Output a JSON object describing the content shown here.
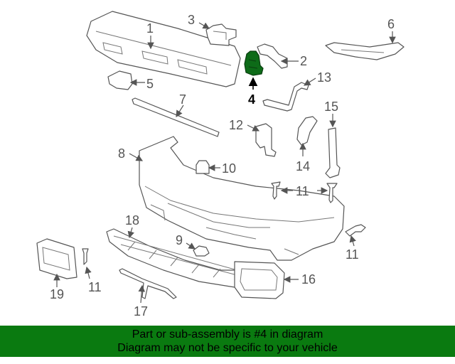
{
  "diagram": {
    "callouts": [
      "1",
      "2",
      "3",
      "4",
      "5",
      "6",
      "7",
      "8",
      "9",
      "10",
      "11",
      "11",
      "11",
      "11",
      "12",
      "13",
      "14",
      "15",
      "16",
      "17",
      "18",
      "19"
    ],
    "highlighted_part": "4"
  },
  "footer": {
    "line1": "Part or sub-assembly is #4 in diagram",
    "line2": "Diagram may not be specific to your vehicle",
    "background": "#0a7a10"
  },
  "colors": {
    "highlight": "#0d6b18",
    "linework": "#555555"
  }
}
